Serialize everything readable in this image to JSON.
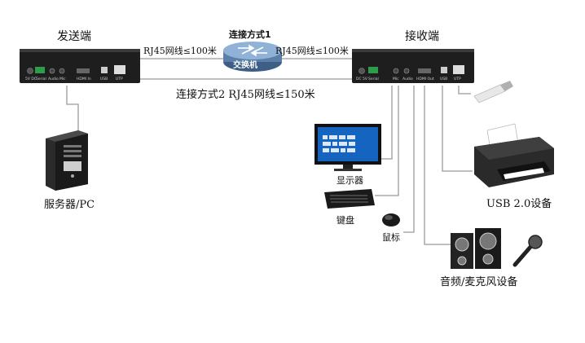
{
  "sender": {
    "title": "发送端",
    "label_power": "5V DC",
    "label_serial": "Serial",
    "label_audio": "Audio",
    "label_mic": "Mic",
    "label_hdmi": "HDMI In",
    "label_usb": "USB",
    "label_utp": "UTP"
  },
  "receiver": {
    "title": "接收端",
    "label_power": "DC 5V",
    "label_serial": "Serial",
    "label_mic": "Mic",
    "label_audio": "Audio",
    "label_hdmi": "HDMI Out",
    "label_usb": "USB",
    "label_utp": "UTP"
  },
  "connection1": {
    "title": "连接方式1",
    "switch_label": "交换机",
    "left_cable": "RJ45网线≤100米",
    "right_cable": "RJ45网线≤100米"
  },
  "connection2": {
    "label": "连接方式2  RJ45网线≤150米"
  },
  "peripherals": {
    "server": "服务器/PC",
    "monitor": "显示器",
    "keyboard": "键盘",
    "mouse": "鼠标",
    "printer": "USB 2.0设备",
    "audio": "音频/麦克风设备"
  },
  "colors": {
    "line": "#9a9a9a",
    "device": "#1e1e1e",
    "switch": "#5b7fa8"
  }
}
